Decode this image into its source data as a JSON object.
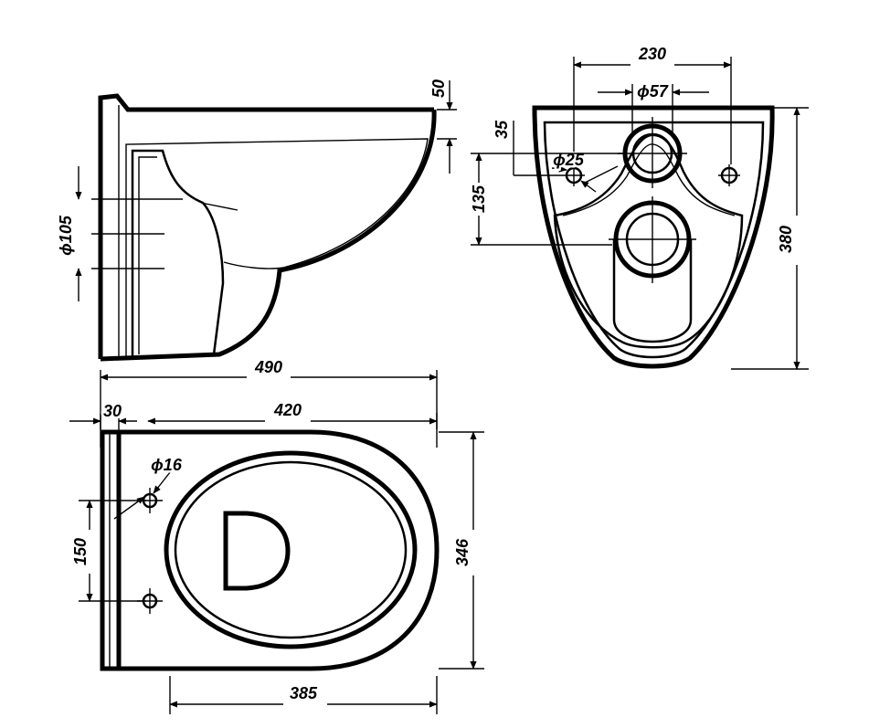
{
  "dimensions": {
    "side_offset": "50",
    "side_outlet_diameter": "ϕ105",
    "back_width": "230",
    "back_pipe_diameter": "ϕ57",
    "back_hole_offset": "35",
    "back_hole_diameter": "ϕ25",
    "back_pipe_spacing": "135",
    "back_height": "380",
    "top_overall_length": "490",
    "top_wall_thickness": "30",
    "top_length": "420",
    "top_hole_diameter": "ϕ16",
    "top_hole_spacing": "150",
    "top_width": "346",
    "top_seat_length": "385"
  }
}
